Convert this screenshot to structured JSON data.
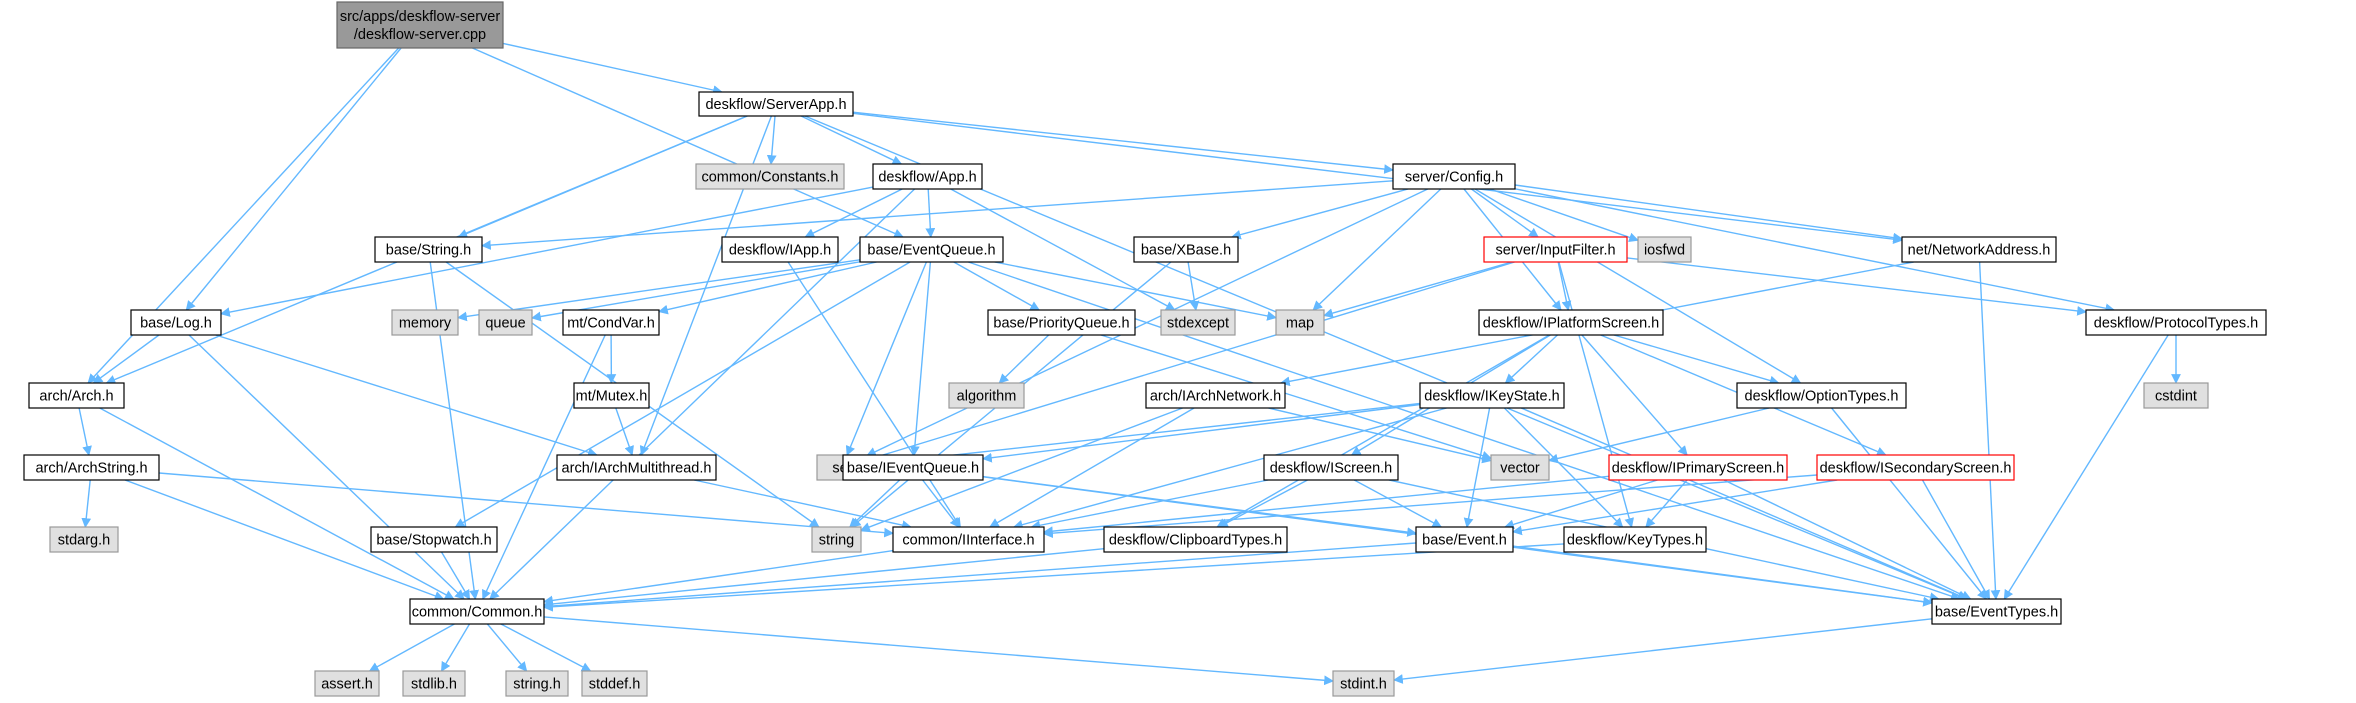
{
  "colors": {
    "edge": "#63b8ff",
    "normal_fill": "#ffffff",
    "normal_stroke": "#000000",
    "root_fill": "#999999",
    "root_stroke": "#666666",
    "external_fill": "#e0e0e0",
    "external_stroke": "#999999",
    "truncated_stroke": "#ff0000"
  },
  "nodes": [
    {
      "id": "root",
      "label": "src/apps/deskflow-server\n/deskflow-server.cpp",
      "kind": "root"
    },
    {
      "id": "serverapp",
      "label": "deskflow/ServerApp.h",
      "kind": "normal"
    },
    {
      "id": "constants",
      "label": "common/Constants.h",
      "kind": "external"
    },
    {
      "id": "app",
      "label": "deskflow/App.h",
      "kind": "normal"
    },
    {
      "id": "config",
      "label": "server/Config.h",
      "kind": "normal"
    },
    {
      "id": "string_h",
      "label": "base/String.h",
      "kind": "normal"
    },
    {
      "id": "iapp",
      "label": "deskflow/IApp.h",
      "kind": "normal"
    },
    {
      "id": "eventqueue",
      "label": "base/EventQueue.h",
      "kind": "normal"
    },
    {
      "id": "xbase",
      "label": "base/XBase.h",
      "kind": "normal"
    },
    {
      "id": "inputfilter",
      "label": "server/InputFilter.h",
      "kind": "truncated"
    },
    {
      "id": "iosfwd",
      "label": "iosfwd",
      "kind": "external"
    },
    {
      "id": "netaddr",
      "label": "net/NetworkAddress.h",
      "kind": "normal"
    },
    {
      "id": "log",
      "label": "base/Log.h",
      "kind": "normal"
    },
    {
      "id": "memory",
      "label": "memory",
      "kind": "external"
    },
    {
      "id": "queue",
      "label": "queue",
      "kind": "external"
    },
    {
      "id": "condvar",
      "label": "mt/CondVar.h",
      "kind": "normal"
    },
    {
      "id": "pqueue",
      "label": "base/PriorityQueue.h",
      "kind": "normal"
    },
    {
      "id": "stdexcept",
      "label": "stdexcept",
      "kind": "external"
    },
    {
      "id": "map",
      "label": "map",
      "kind": "external"
    },
    {
      "id": "iplatform",
      "label": "deskflow/IPlatformScreen.h",
      "kind": "normal"
    },
    {
      "id": "prototypes",
      "label": "deskflow/ProtocolTypes.h",
      "kind": "normal"
    },
    {
      "id": "arch",
      "label": "arch/Arch.h",
      "kind": "normal"
    },
    {
      "id": "mutex",
      "label": "mt/Mutex.h",
      "kind": "normal"
    },
    {
      "id": "algorithm",
      "label": "algorithm",
      "kind": "external"
    },
    {
      "id": "iarchnet",
      "label": "arch/IArchNetwork.h",
      "kind": "normal"
    },
    {
      "id": "ikeystate",
      "label": "deskflow/IKeyState.h",
      "kind": "normal"
    },
    {
      "id": "optiontypes",
      "label": "deskflow/OptionTypes.h",
      "kind": "normal"
    },
    {
      "id": "cstdint",
      "label": "cstdint",
      "kind": "external"
    },
    {
      "id": "archstring",
      "label": "arch/ArchString.h",
      "kind": "normal"
    },
    {
      "id": "iarchmt",
      "label": "arch/IArchMultithread.h",
      "kind": "normal"
    },
    {
      "id": "set",
      "label": "set",
      "kind": "external"
    },
    {
      "id": "ieventqueue",
      "label": "base/IEventQueue.h",
      "kind": "normal"
    },
    {
      "id": "iscreen",
      "label": "deskflow/IScreen.h",
      "kind": "normal"
    },
    {
      "id": "vector",
      "label": "vector",
      "kind": "external"
    },
    {
      "id": "iprimary",
      "label": "deskflow/IPrimaryScreen.h",
      "kind": "truncated"
    },
    {
      "id": "isecondary",
      "label": "deskflow/ISecondaryScreen.h",
      "kind": "truncated"
    },
    {
      "id": "stdarg",
      "label": "stdarg.h",
      "kind": "external"
    },
    {
      "id": "stopwatch",
      "label": "base/Stopwatch.h",
      "kind": "normal"
    },
    {
      "id": "string",
      "label": "string",
      "kind": "external"
    },
    {
      "id": "iinterface",
      "label": "common/IInterface.h",
      "kind": "normal"
    },
    {
      "id": "cliptypes",
      "label": "deskflow/ClipboardTypes.h",
      "kind": "normal"
    },
    {
      "id": "event",
      "label": "base/Event.h",
      "kind": "normal"
    },
    {
      "id": "keytypes",
      "label": "deskflow/KeyTypes.h",
      "kind": "normal"
    },
    {
      "id": "common",
      "label": "common/Common.h",
      "kind": "normal"
    },
    {
      "id": "eventtypes",
      "label": "base/EventTypes.h",
      "kind": "normal"
    },
    {
      "id": "assert",
      "label": "assert.h",
      "kind": "external"
    },
    {
      "id": "stdlib",
      "label": "stdlib.h",
      "kind": "external"
    },
    {
      "id": "stringh",
      "label": "string.h",
      "kind": "external"
    },
    {
      "id": "stddef",
      "label": "stddef.h",
      "kind": "external"
    },
    {
      "id": "stdint",
      "label": "stdint.h",
      "kind": "external"
    }
  ],
  "edges": [
    [
      "root",
      "serverapp"
    ],
    [
      "root",
      "arch"
    ],
    [
      "root",
      "log"
    ],
    [
      "root",
      "eventqueue"
    ],
    [
      "serverapp",
      "constants"
    ],
    [
      "serverapp",
      "app"
    ],
    [
      "serverapp",
      "config"
    ],
    [
      "serverapp",
      "string_h"
    ],
    [
      "serverapp",
      "arch"
    ],
    [
      "serverapp",
      "iarchmt"
    ],
    [
      "serverapp",
      "netaddr"
    ],
    [
      "serverapp",
      "eventtypes"
    ],
    [
      "app",
      "log"
    ],
    [
      "app",
      "iapp"
    ],
    [
      "app",
      "eventqueue"
    ],
    [
      "app",
      "common"
    ],
    [
      "app",
      "stdexcept"
    ],
    [
      "config",
      "string_h"
    ],
    [
      "config",
      "xbase"
    ],
    [
      "config",
      "inputfilter"
    ],
    [
      "config",
      "iosfwd"
    ],
    [
      "config",
      "netaddr"
    ],
    [
      "config",
      "prototypes"
    ],
    [
      "config",
      "map"
    ],
    [
      "config",
      "set"
    ],
    [
      "config",
      "iplatform"
    ],
    [
      "config",
      "optiontypes"
    ],
    [
      "string_h",
      "common"
    ],
    [
      "string_h",
      "string"
    ],
    [
      "iapp",
      "iinterface"
    ],
    [
      "eventqueue",
      "memory"
    ],
    [
      "eventqueue",
      "queue"
    ],
    [
      "eventqueue",
      "condvar"
    ],
    [
      "eventqueue",
      "pqueue"
    ],
    [
      "eventqueue",
      "map"
    ],
    [
      "eventqueue",
      "set"
    ],
    [
      "eventqueue",
      "ieventqueue"
    ],
    [
      "eventqueue",
      "stopwatch"
    ],
    [
      "eventqueue",
      "eventtypes"
    ],
    [
      "xbase",
      "stdexcept"
    ],
    [
      "xbase",
      "string"
    ],
    [
      "inputfilter",
      "map"
    ],
    [
      "inputfilter",
      "set"
    ],
    [
      "inputfilter",
      "iplatform"
    ],
    [
      "inputfilter",
      "prototypes"
    ],
    [
      "inputfilter",
      "keytypes"
    ],
    [
      "netaddr",
      "iarchnet"
    ],
    [
      "netaddr",
      "eventtypes"
    ],
    [
      "log",
      "arch"
    ],
    [
      "log",
      "iarchmt"
    ],
    [
      "log",
      "common"
    ],
    [
      "condvar",
      "mutex"
    ],
    [
      "condvar",
      "common"
    ],
    [
      "pqueue",
      "algorithm"
    ],
    [
      "pqueue",
      "vector"
    ],
    [
      "iplatform",
      "ikeystate"
    ],
    [
      "iplatform",
      "iscreen"
    ],
    [
      "iplatform",
      "iprimary"
    ],
    [
      "iplatform",
      "isecondary"
    ],
    [
      "iplatform",
      "optiontypes"
    ],
    [
      "iplatform",
      "cliptypes"
    ],
    [
      "prototypes",
      "cstdint"
    ],
    [
      "prototypes",
      "eventtypes"
    ],
    [
      "arch",
      "archstring"
    ],
    [
      "arch",
      "common"
    ],
    [
      "mutex",
      "iarchmt"
    ],
    [
      "iarchnet",
      "iinterface"
    ],
    [
      "iarchnet",
      "string"
    ],
    [
      "iarchnet",
      "vector"
    ],
    [
      "ikeystate",
      "ieventqueue"
    ],
    [
      "ikeystate",
      "event"
    ],
    [
      "ikeystate",
      "keytypes"
    ],
    [
      "ikeystate",
      "set"
    ],
    [
      "ikeystate",
      "iinterface"
    ],
    [
      "ikeystate",
      "eventtypes"
    ],
    [
      "optiontypes",
      "vector"
    ],
    [
      "optiontypes",
      "eventtypes"
    ],
    [
      "archstring",
      "stdarg"
    ],
    [
      "archstring",
      "common"
    ],
    [
      "archstring",
      "iinterface"
    ],
    [
      "iarchmt",
      "iinterface"
    ],
    [
      "ieventqueue",
      "iinterface"
    ],
    [
      "ieventqueue",
      "event"
    ],
    [
      "ieventqueue",
      "string"
    ],
    [
      "ieventqueue",
      "eventtypes"
    ],
    [
      "iscreen",
      "iinterface"
    ],
    [
      "iscreen",
      "event"
    ],
    [
      "iscreen",
      "cliptypes"
    ],
    [
      "iscreen",
      "eventtypes"
    ],
    [
      "iprimary",
      "iinterface"
    ],
    [
      "iprimary",
      "event"
    ],
    [
      "iprimary",
      "keytypes"
    ],
    [
      "iprimary",
      "eventtypes"
    ],
    [
      "isecondary",
      "iinterface"
    ],
    [
      "isecondary",
      "event"
    ],
    [
      "isecondary",
      "eventtypes"
    ],
    [
      "stopwatch",
      "common"
    ],
    [
      "iinterface",
      "common"
    ],
    [
      "cliptypes",
      "common"
    ],
    [
      "event",
      "common"
    ],
    [
      "event",
      "eventtypes"
    ],
    [
      "keytypes",
      "common"
    ],
    [
      "common",
      "assert"
    ],
    [
      "common",
      "stdlib"
    ],
    [
      "common",
      "stringh"
    ],
    [
      "common",
      "stddef"
    ],
    [
      "common",
      "stdint"
    ],
    [
      "eventtypes",
      "stdint"
    ]
  ]
}
